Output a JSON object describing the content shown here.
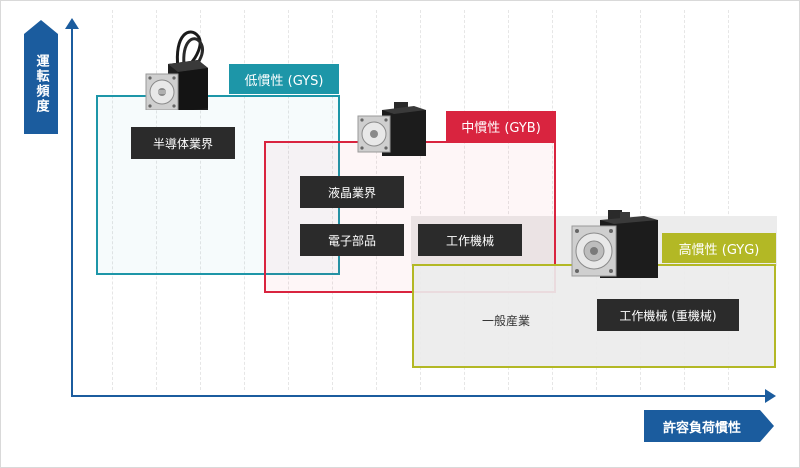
{
  "axes": {
    "y_label": "運転頻度",
    "x_label": "許容負荷慣性"
  },
  "series": {
    "gys": {
      "label": "低慣性 (GYS)",
      "color": "#1d96a8",
      "icon": "servo-motor-icon"
    },
    "gyb": {
      "label": "中慣性 (GYB)",
      "color": "#d9243f",
      "icon": "servo-motor-brake-icon"
    },
    "gyg": {
      "label": "高慣性 (GYG)",
      "color": "#b3b825",
      "icon": "servo-motor-large-icon"
    }
  },
  "industries": {
    "semiconductor": "半導体業界",
    "lcd": "液晶業界",
    "electronic_parts": "電子部品",
    "machine_tools": "工作機械",
    "general": "一般産業",
    "machine_tools_heavy": "工作機械 (重機械)"
  },
  "colors": {
    "axis": "#1b5c9e",
    "label_box": "#2b2b2b"
  }
}
